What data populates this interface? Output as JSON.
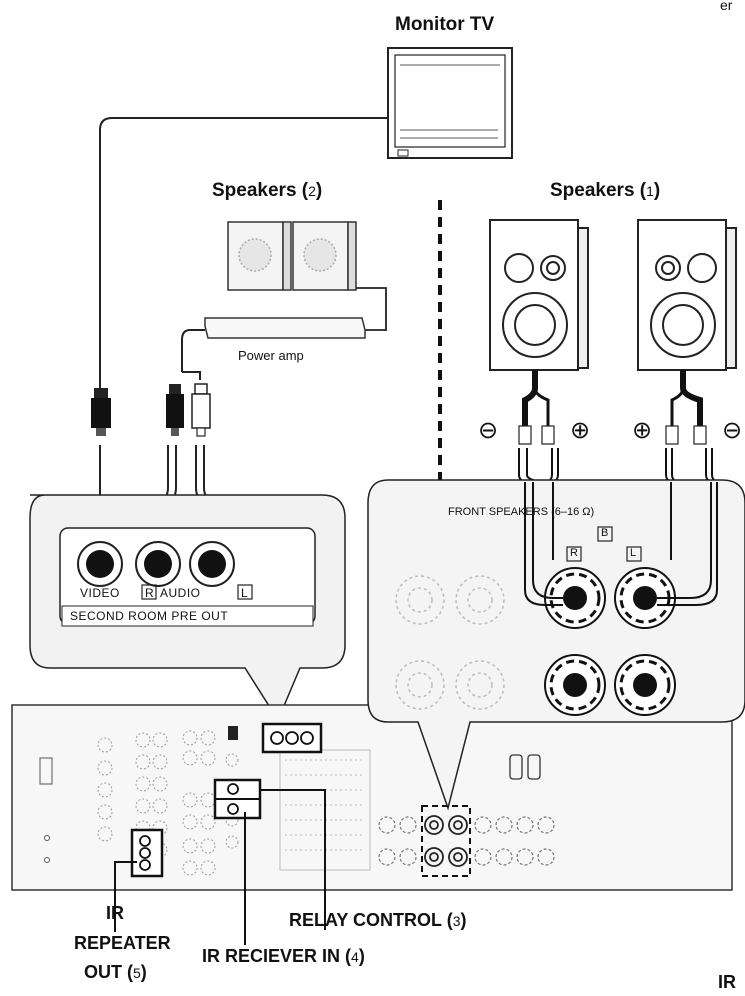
{
  "corner_text": "er",
  "labels": {
    "monitor": "Monitor TV",
    "speakers2": "Speakers (",
    "speakers2_num": "2",
    "speakers1": "Speakers (",
    "speakers1_num": "1",
    "power_amp": "Power amp",
    "video": "VIDEO",
    "audio_r": "R",
    "audio": "AUDIO",
    "audio_l": "L",
    "second_room": "SECOND ROOM PRE OUT",
    "front_speakers": "FRONT SPEAKERS (6–16 Ω)",
    "front_b": "B",
    "front_r": "R",
    "front_l": "L",
    "minus": "⊖",
    "plus": "⊕",
    "ir_repeater_line1": "IR",
    "ir_repeater_line2": "REPEATER",
    "ir_repeater_line3": "OUT (",
    "ir_repeater_num": "5",
    "ir_receiver": "IR RECIEVER IN (",
    "ir_receiver_num": "4",
    "relay_control": "RELAY CONTROL (",
    "relay_num": "3",
    "close_paren": ")",
    "bottom_right": "IR"
  }
}
